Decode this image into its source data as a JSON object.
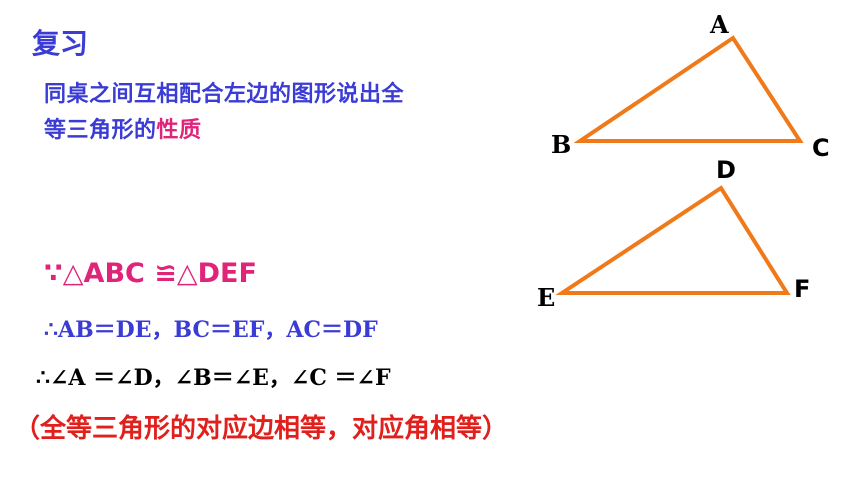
{
  "title": "复习",
  "task": {
    "line1": "同桌之间互相配合左边的图形说出全",
    "line2_prefix": "等三角形的",
    "line2_highlight": "性质"
  },
  "proof": {
    "given": "∵△ABC ≌△DEF",
    "sides": "∴AB＝DE，BC＝EF，AC＝DF",
    "angles": "∴∠A ＝∠D，∠B＝∠E，∠C ＝∠F",
    "conclusion": "（全等三角形的对应边相等，对应角相等）"
  },
  "figure": {
    "triangle_abc": {
      "a": "A",
      "b": "B",
      "c": "C"
    },
    "triangle_def": {
      "d": "D",
      "e": "E",
      "f": "F"
    },
    "stroke_color": "#f07a1a"
  }
}
